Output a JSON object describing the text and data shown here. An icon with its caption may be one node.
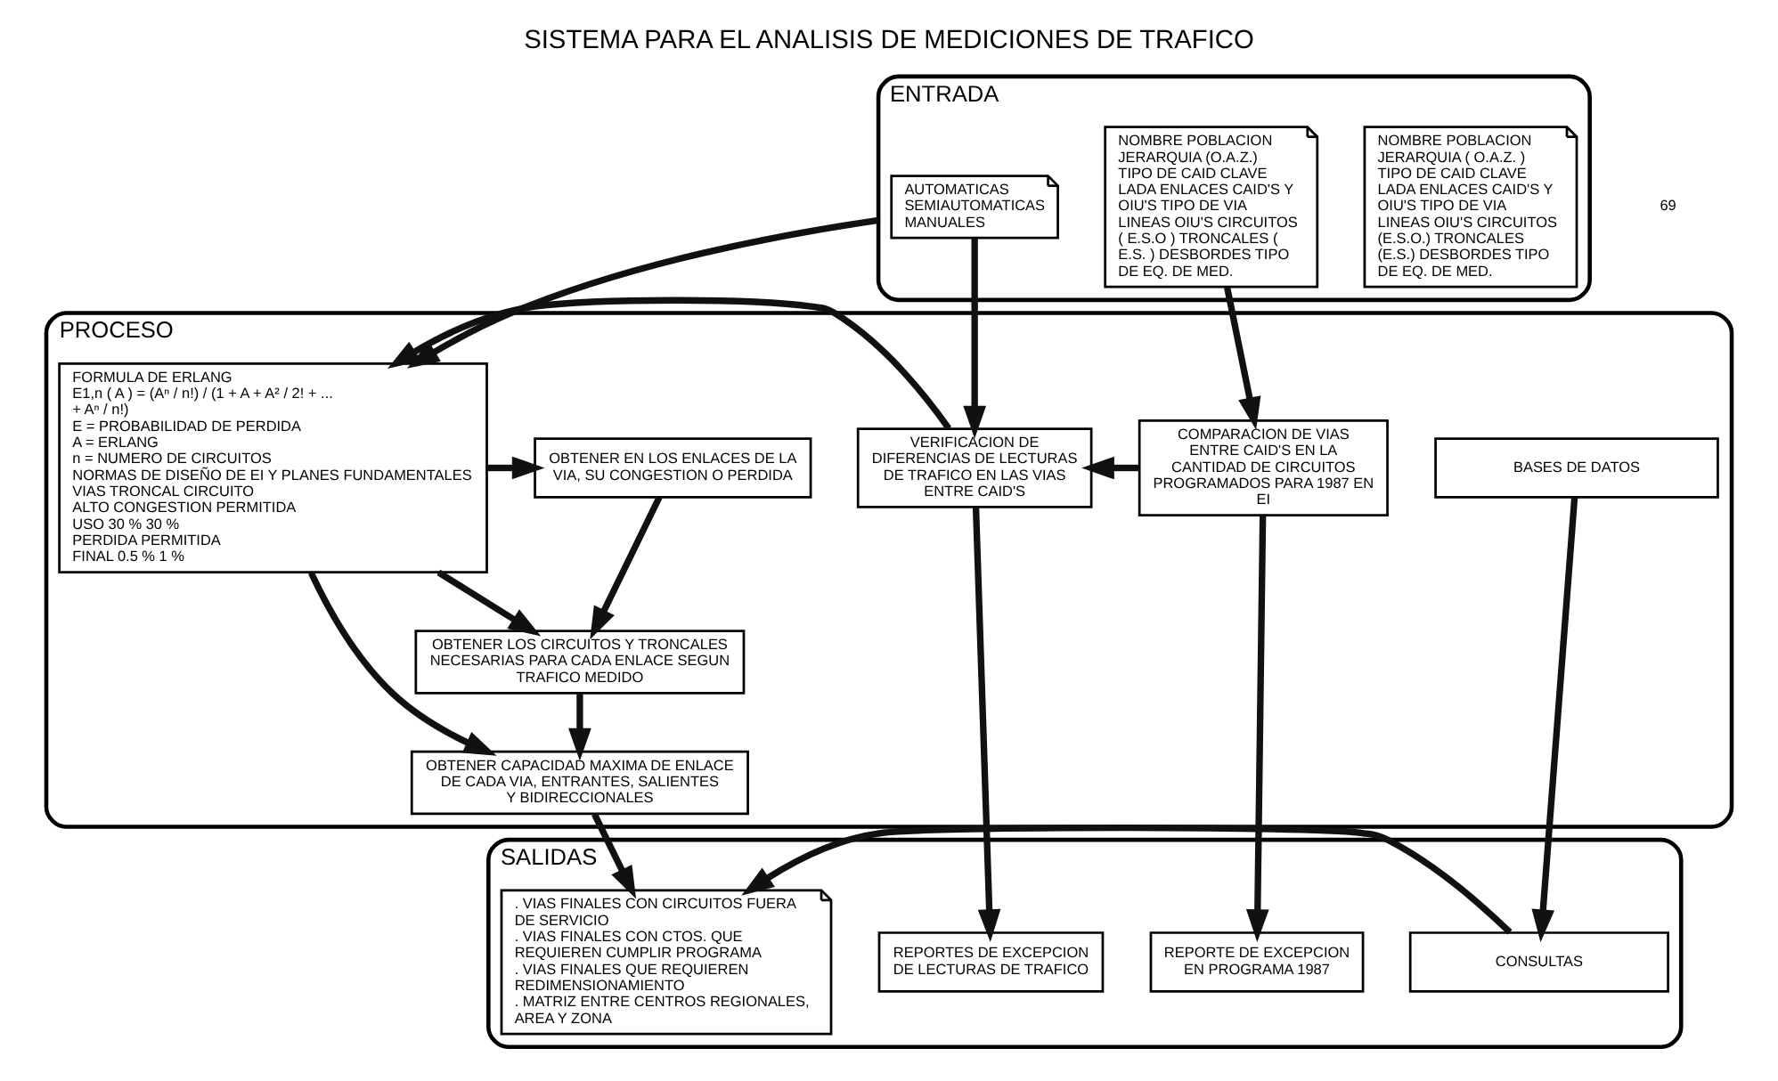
{
  "diagram": {
    "title": "SISTEMA PARA EL ANALISIS DE MEDICIONES DE TRAFICO",
    "nodes": [
      {
        "text": [
          "ENTRADA"
        ]
      },
      {
        "text": [
          "NOMBRE POBLACION JERARQUIA ( O.A.Z. ) TIPO DE CAID CLAVE LADA ENLACES CAID'S Y OIU'S TIPO DE VIA LINEAS OIU'S CIRCUITOS (E.S.O.) TRONCALES (E.S.) DESBORDES TIPO DE EQ. DE MED."
        ],
        "in": 0
      },
      {
        "text": [
          "NOMBRE POBLACION JERARQUIA (O.A.Z.) TIPO DE CAID CLAVE LADA ENLACES CAID'S Y OIU'S TIPO DE VIA LINEAS OIU'S CIRCUITOS ( E.S.O ) TRONCALES ( E.S. ) DESBORDES TIPO DE EQ. DE MED."
        ],
        "in": 0
      },
      {
        "text": [
          "AUTOMATICAS",
          "SEMIAUTOMATICAS",
          "MANUALES"
        ],
        "in": 0
      },
      {
        "text": [
          "PROCESO"
        ]
      },
      {
        "text": [
          "COMPARACION DE VIAS ENTRE CAID'S EN LA CANTIDAD DE CIRCUITOS PROGRAMADOS PARA 1987 EN EI"
        ],
        "in": 4
      },
      {
        "text": [
          "VERIFICACION DE DIFERENCIAS DE LECTURAS DE TRAFICO EN LAS VIAS ENTRE CAID'S"
        ],
        "in": 4
      },
      {
        "text": [
          "FORMULA DE ERLANG",
          "E1,n ( A ) = (Aⁿ / n!) / (1 + A + A² / 2! + ... + Aⁿ / n!)",
          "E = PROBABILIDAD DE PERDIDA",
          "A = ERLANG",
          "n = NUMERO DE CIRCUITOS",
          "NORMAS DE DISEÑO DE EI Y PLANES FUNDAMENTALES",
          "VIAS TRONCAL CIRCUITO",
          "ALTO CONGESTION PERMITIDA",
          "USO 30 % 30 %",
          "PERDIDA PERMITIDA",
          "FINAL 0.5 % 1 %"
        ],
        "in": 4
      },
      {
        "text": [
          "OBTENER EN LOS ENLACES DE LA VIA, SU CONGESTION O PERDIDA"
        ],
        "in": 4
      },
      {
        "text": [
          "OBTENER LOS CIRCUITOS Y TRONCALES NECESARIAS PARA CADA ENLACE SEGUN TRAFICO MEDIDO"
        ],
        "in": 4
      },
      {
        "text": [
          "OBTENER CAPACIDAD MAXIMA DE ENLACE DE CADA VIA, ENTRANTES, SALIENTES Y BIDIRECCIONALES"
        ],
        "in": 4
      },
      {
        "text": [
          "BASES DE DATOS"
        ],
        "in": 4
      },
      {
        "text": [
          "SALIDAS"
        ]
      },
      {
        "text": [
          "REPORTE DE EXCEPCION EN PROGRAMA 1987"
        ],
        "in": 12
      },
      {
        "text": [
          "REPORTES DE EXCEPCION DE LECTURAS DE TRAFICO"
        ],
        "in": 12
      },
      {
        "text": [
          "CONSULTAS"
        ],
        "in": 12
      },
      {
        "text": [
          ". VIAS FINALES CON CIRCUITOS FUERA DE SERVICIO",
          ". VIAS FINALES CON CTOS. QUE REQUIEREN CUMPLIR PROGRAMA",
          ". VIAS FINALES QUE REQUIEREN REDIMENSIONAMIENTO",
          ". MATRIZ ENTRE CENTROS REGIONALES, AREA Y ZONA"
        ],
        "in": 12
      }
    ],
    "edges": [
      {
        "from": 2,
        "to": 5,
        "arrow": "to"
      },
      {
        "from": 3,
        "to": 6,
        "arrow": "to"
      },
      {
        "from": 0,
        "to": 7,
        "arrow": "to"
      },
      {
        "from": 5,
        "to": 6,
        "arrow": "to"
      },
      {
        "from": 6,
        "to": 7,
        "arrow": "to"
      },
      {
        "from": 7,
        "to": 8,
        "arrow": "to"
      },
      {
        "from": 7,
        "to": 9,
        "arrow": "to"
      },
      {
        "from": 7,
        "to": 10,
        "arrow": "to"
      },
      {
        "from": 8,
        "to": 9,
        "arrow": "to"
      },
      {
        "from": 9,
        "to": 10,
        "arrow": "to"
      },
      {
        "from": 5,
        "to": 13,
        "arrow": "to"
      },
      {
        "from": 6,
        "to": 14,
        "arrow": "to"
      },
      {
        "from": 11,
        "to": 15,
        "arrow": "to"
      },
      {
        "from": 10,
        "to": 16,
        "arrow": "to"
      },
      {
        "from": 15,
        "to": 16,
        "arrow": "to"
      }
    ],
    "labels": [
      "69"
    ]
  }
}
